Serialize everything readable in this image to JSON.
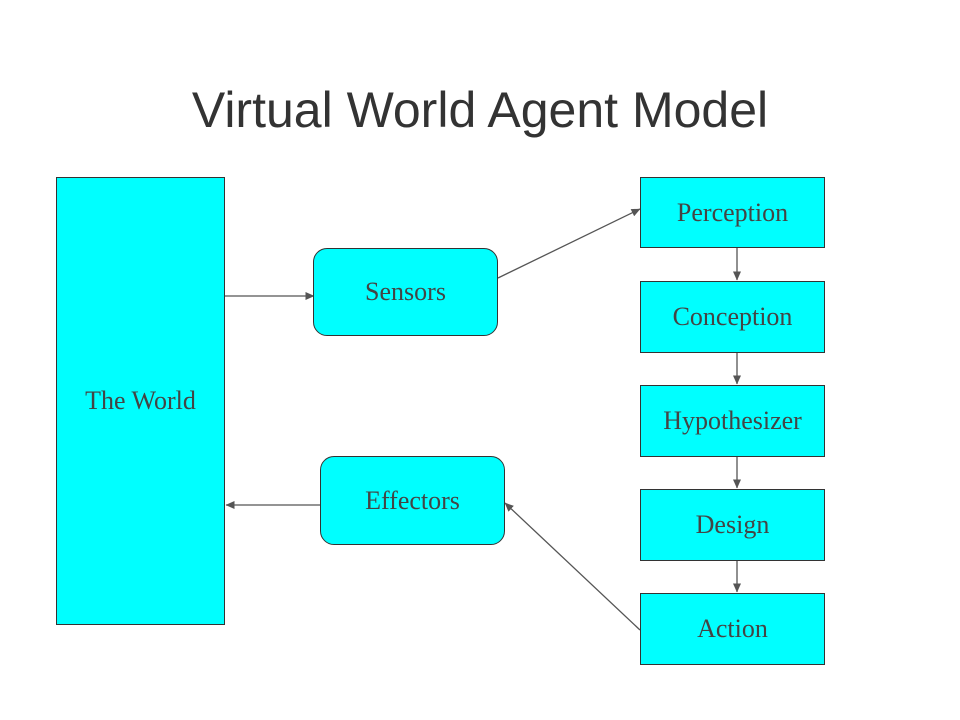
{
  "title": "Virtual World Agent Model",
  "colors": {
    "node_fill": "#00ffff",
    "border": "#333333",
    "text": "#444444",
    "title": "#333333",
    "arrow": "#555555"
  },
  "nodes": {
    "world": "The World",
    "sensors": "Sensors",
    "effectors": "Effectors",
    "perception": "Perception",
    "conception": "Conception",
    "hypothesizer": "Hypothesizer",
    "design": "Design",
    "action": "Action"
  },
  "edges": [
    {
      "from": "The World",
      "to": "Sensors"
    },
    {
      "from": "Sensors",
      "to": "Perception"
    },
    {
      "from": "Perception",
      "to": "Conception"
    },
    {
      "from": "Conception",
      "to": "Hypothesizer"
    },
    {
      "from": "Hypothesizer",
      "to": "Design"
    },
    {
      "from": "Design",
      "to": "Action"
    },
    {
      "from": "Action",
      "to": "Effectors"
    },
    {
      "from": "Effectors",
      "to": "The World"
    }
  ]
}
